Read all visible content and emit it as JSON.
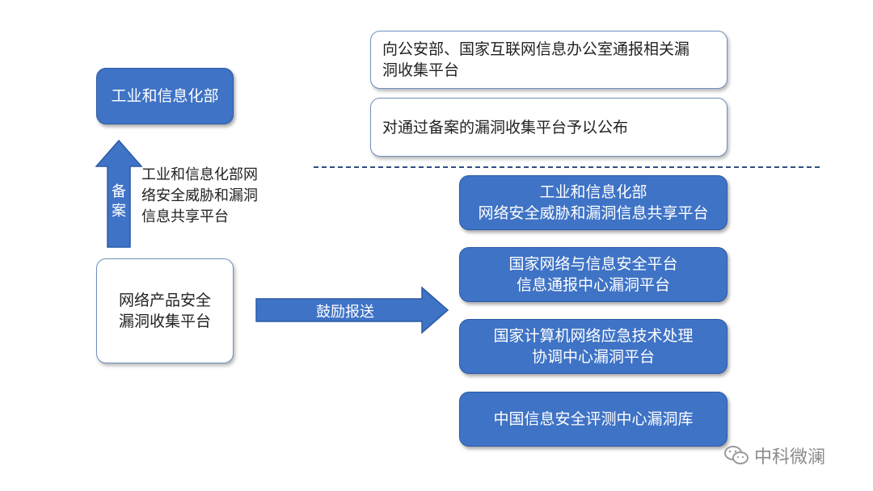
{
  "boxes": {
    "miit": "工业和信息化部",
    "notify_line1": "向公安部、国家互联网信息办公室通报相关漏",
    "notify_line2": "洞收集平台",
    "publish": "对通过备案的漏洞收集平台予以公布",
    "product_line1": "网络产品安全",
    "product_line2": "漏洞收集平台",
    "miit_platform_line1": "工业和信息化部",
    "miit_platform_line2": "网络安全威胁和漏洞信息共享平台",
    "cnnvd_line1": "国家网络与信息安全平台",
    "cnnvd_line2": "信息通报中心漏洞平台",
    "cncert_line1": "国家计算机网络应急技术处理",
    "cncert_line2": "协调中心漏洞平台",
    "itsec": "中国信息安全评测中心漏洞库"
  },
  "arrows": {
    "up_char1": "备",
    "up_char2": "案",
    "side_line1": "工业和信息化部网",
    "side_line2": "络安全威胁和漏洞",
    "side_line3": "信息共享平台",
    "right_label": "鼓励报送"
  },
  "watermark": {
    "text": "中科微澜",
    "icon": "wechat-icon"
  },
  "colors": {
    "box_blue": "#3f73c6",
    "dash_line": "#2f4f7f"
  }
}
